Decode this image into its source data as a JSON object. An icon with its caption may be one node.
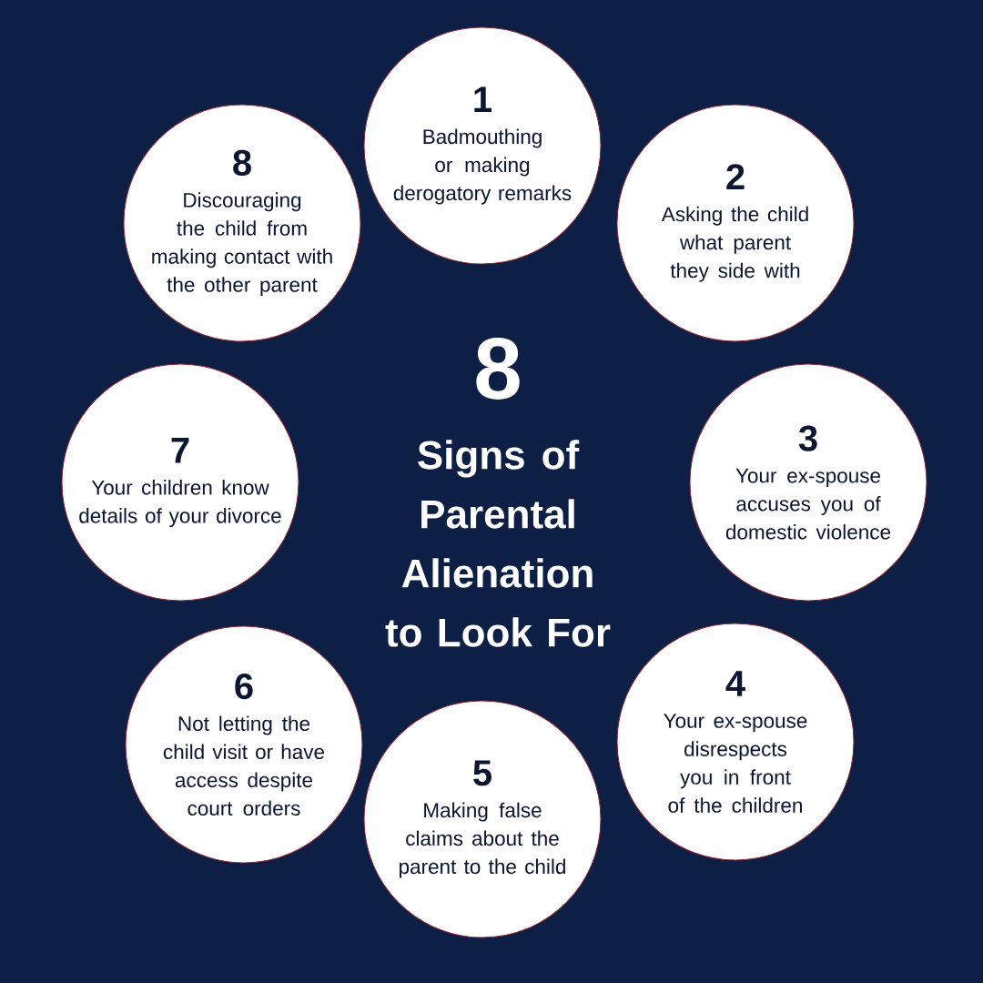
{
  "diagram": {
    "title": "Signs of Parental Alienation to Look For",
    "nodes": [
      {
        "text": [
          "1",
          "Badmouthing or making derogatory remarks"
        ]
      },
      {
        "text": [
          "2",
          "Asking the child what parent they side with"
        ]
      },
      {
        "text": [
          "3",
          "Your ex-spouse accuses you of domestic violence"
        ]
      },
      {
        "text": [
          "4",
          "Your ex-spouse disrespects you in front of the children"
        ]
      },
      {
        "text": [
          "5",
          "Making false claims about the parent to the child"
        ]
      },
      {
        "text": [
          "6",
          "Not letting the child visit or have access despite court orders"
        ]
      },
      {
        "text": [
          "7",
          "Your children know details of your divorce"
        ]
      },
      {
        "text": [
          "8",
          "Discouraging the child from making contact with the other parent"
        ]
      }
    ],
    "labels": [
      "8"
    ]
  }
}
